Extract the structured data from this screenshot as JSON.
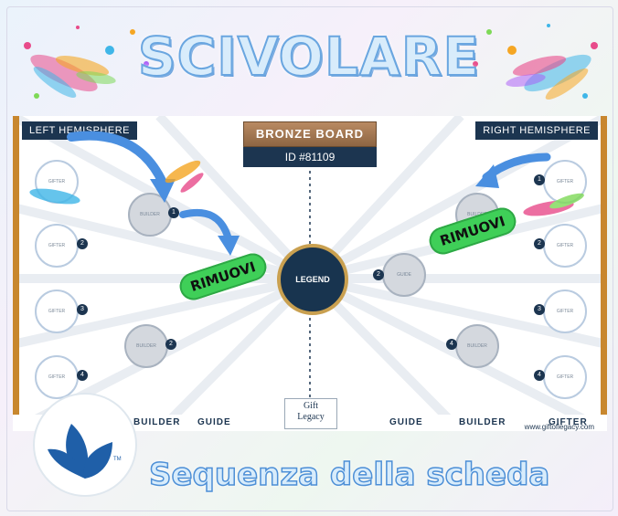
{
  "title": "SCIVOLARE",
  "subtitle": "Sequenza della scheda",
  "board": {
    "name": "BRONZE BOARD",
    "id": "ID #81109",
    "left_hemisphere": "LEFT HEMISPHERE",
    "right_hemisphere": "RIGHT HEMISPHERE",
    "center": "LEGEND",
    "node_gifter": "GIFTER",
    "node_builder": "BUILDER",
    "node_guide": "GUIDE",
    "footer": {
      "left_builder": "BUILDER",
      "left_guide": "GUIDE",
      "right_guide": "GUIDE",
      "right_builder": "BUILDER",
      "right_gifter": "GIFTER",
      "url": "www.giftoflegacy.com",
      "logo_text_1": "Gift",
      "logo_text_2": "Legacy"
    },
    "numbers": {
      "n1": "1",
      "n2": "2",
      "n3": "3",
      "n4": "4"
    }
  },
  "callouts": {
    "left": "RIMUOVI",
    "right": "RIMUOVI"
  },
  "logo_tm": "TM",
  "colors": {
    "navy": "#1c3550",
    "bronze": "#b98a62",
    "green": "#3fcf58",
    "arrow": "#4a8fe0"
  }
}
